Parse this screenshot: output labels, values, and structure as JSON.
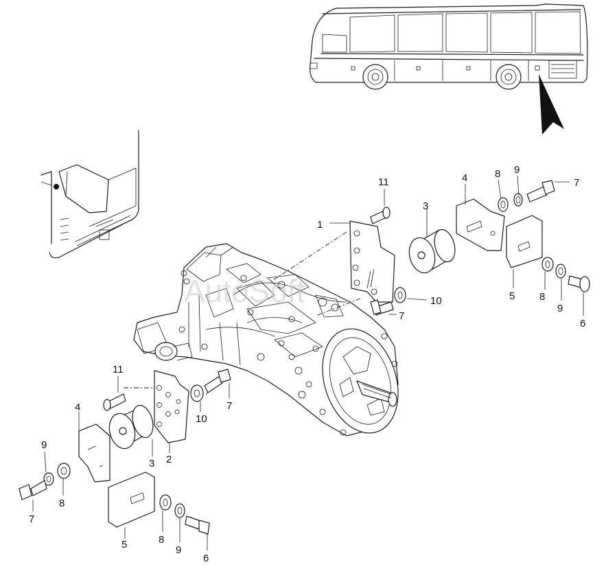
{
  "watermark": "AutoSoft",
  "callouts": {
    "c1": "1",
    "c2": "2",
    "c3a": "3",
    "c3b": "3",
    "c4a": "4",
    "c4b": "4",
    "c5a": "5",
    "c5b": "5",
    "c6a": "6",
    "c6b": "6",
    "c7a": "7",
    "c7b": "7",
    "c7c": "7",
    "c7d": "7",
    "c8a": "8",
    "c8b": "8",
    "c8c": "8",
    "c8d": "8",
    "c9a": "9",
    "c9b": "9",
    "c9c": "9",
    "c9d": "9",
    "c10a": "10",
    "c10b": "10",
    "c11a": "11",
    "c11b": "11"
  }
}
